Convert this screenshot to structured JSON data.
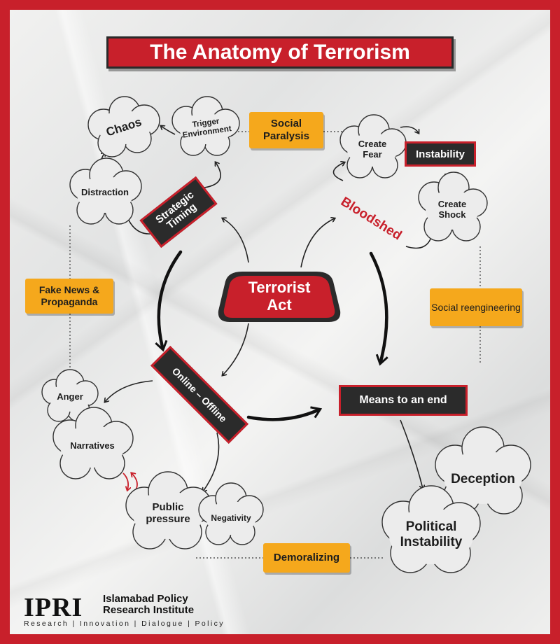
{
  "title": "The Anatomy of Terrorism",
  "center": "Terrorist Act",
  "dark_boxes": {
    "strategic_timing": "Strategic Timing",
    "instability": "Instability",
    "online_offline": "Online – Offline",
    "means_to_an_end": "Means to an end"
  },
  "red_label": {
    "bloodshed": "Bloodshed"
  },
  "clouds": {
    "chaos": "Chaos",
    "trigger_environment": "Trigger Environment",
    "distraction": "Distraction",
    "create_fear": "Create Fear",
    "create_shock": "Create Shock",
    "anger": "Anger",
    "narratives": "Narratives",
    "public_pressure": "Public pressure",
    "negativity": "Negativity",
    "deception": "Deception",
    "political_instability": "Political Instability"
  },
  "yellow_boxes": {
    "social_paralysis": "Social Paralysis",
    "fake_news": "Fake News & Propaganda",
    "social_reengineering": "Social reengineering",
    "demoralizing": "Demoralizing"
  },
  "footer": {
    "logo": "IPRI",
    "org_line1": "Islamabad Policy",
    "org_line2": "Research Institute",
    "tagline": "Research | Innovation | Dialogue | Policy"
  },
  "colors": {
    "accent_red": "#c8202b",
    "dark": "#2b2b2b",
    "yellow": "#f5a81c"
  }
}
